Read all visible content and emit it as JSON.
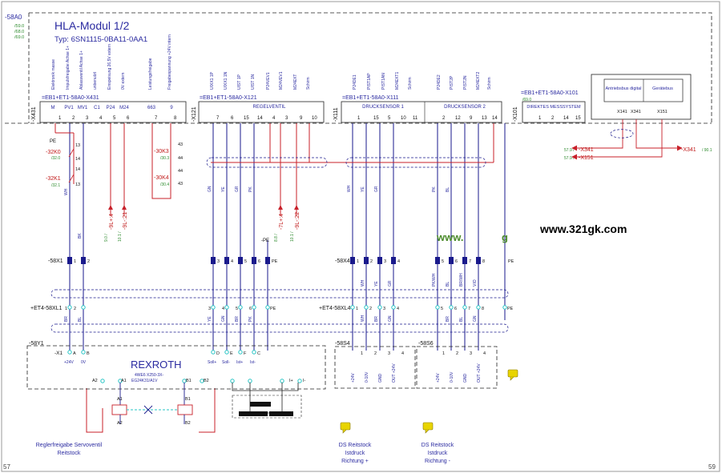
{
  "colors": {
    "wire": "#1a1a8c",
    "red": "#c8202a",
    "green": "#2c8a2c",
    "frame": "#222222",
    "cyan": "#25c4c4",
    "note": "#e8d400"
  },
  "module": {
    "title": "HLA-Modul 1/2",
    "type_label": "Typ: 6SN1115-0BA11-0AA1",
    "ref": "-58A0",
    "ref_sub": [
      "/59.0",
      "/68.0",
      "/69.0"
    ]
  },
  "sheet": {
    "left_number": "57",
    "right_number": "59"
  },
  "x431": {
    "id": "-X431",
    "header": "=EB1+ET1-58A0-X431",
    "pins": [
      "M",
      "PV1",
      "MV1",
      "C1",
      "P24",
      "M24"
    ],
    "nums": [
      "1",
      "2",
      "3",
      "4",
      "5",
      "6"
    ],
    "sig": [
      "Elektronik masse",
      "Impulsfreigabe Achse 1+",
      "Ablassventil Achse 1+",
      "unbenutzt",
      "Einspeisung 26,5V extern",
      "0V extern"
    ]
  },
  "x432": {
    "pins": [
      "663",
      "9"
    ],
    "nums": [
      "7",
      "8"
    ],
    "sig": [
      "Leistungsfreigabe",
      "Freigabespannung +24V intern"
    ]
  },
  "x121": {
    "id": "-X121",
    "header": "=EB1+ET1-58A0-X121",
    "group": "REGELVENTIL",
    "nums": [
      "7",
      "6",
      "15",
      "14",
      "4",
      "3",
      "9",
      "10"
    ],
    "sig": [
      "UIXX1 1P",
      "UIXX1 1N",
      "UIST 1P",
      "UIST 1N",
      "P24VEV1",
      "M24VEV1",
      "M24EXT",
      "Schirm"
    ]
  },
  "x111": {
    "id": "-X111",
    "header": "=EB1+ET1-58A0-X111",
    "group1": "DRUCKSENSOR 1",
    "group2": "DRUCKSENSOR 2",
    "nums1": [
      "1",
      "15",
      "5",
      "10",
      "11"
    ],
    "nums2": [
      "2",
      "12",
      "9",
      "13",
      "14"
    ],
    "sig1": [
      "P24DE1",
      "PIST1AP",
      "PIST1AN",
      "M24EXT1",
      "Schirm"
    ],
    "sig2": [
      "P24DE2",
      "PIST2P",
      "PIST2N",
      "M24EXT2",
      "Schirm"
    ]
  },
  "x101": {
    "id": "-X101",
    "header": "=EB1+ET1-58A0-X101",
    "ref": "/69.0",
    "group": "DIREKTES MESSSYSTEM",
    "nums": [
      "1",
      "2",
      "14",
      "15"
    ]
  },
  "bus_box": {
    "left": "Antriebsbus digital",
    "right": "Gerätebus",
    "pins": [
      "X141",
      "X341",
      "X151"
    ]
  },
  "cross_refs": {
    "x341_out": "-X341",
    "x341_out_ref": "/ 90.1",
    "x341_in": "-X341",
    "x151_in": "-X151",
    "x341_ref": "57.9 /",
    "x151_ref": "57.9 /"
  },
  "relays": {
    "k0": {
      "id": "-32K0",
      "ref": "/32.0",
      "a": "13",
      "b": "14"
    },
    "k1": {
      "id": "-32K1",
      "ref": "/32.1",
      "a": "14",
      "b": "13"
    },
    "k3": {
      "id": "-30K3",
      "ref": "/30.3",
      "a": "43",
      "b": "44"
    },
    "k4": {
      "id": "-30K4",
      "ref": "/30.4",
      "a": "44",
      "b": "43"
    }
  },
  "pe_labels": [
    "PE",
    "-PE"
  ],
  "vert_refs": [
    {
      "label": "-9L+:4",
      "ref": "9.0 /"
    },
    {
      "label": "-9L-:21",
      "ref": "10.1 /"
    },
    {
      "label": "-7L+:4",
      "ref": "8.8 /"
    },
    {
      "label": "-9L-:22",
      "ref": "10.1 /"
    }
  ],
  "wire_colors": {
    "x431": [
      "WH",
      "BK"
    ],
    "x121": [
      "GN",
      "YE",
      "GR",
      "PK"
    ],
    "ds1": [
      "WH",
      "YE",
      "GR"
    ],
    "ds2": [
      "PK",
      "BL"
    ]
  },
  "x1_terminals": {
    "id": "-58X1",
    "nums": [
      "1",
      "2"
    ]
  },
  "x121_terminals": [
    "3",
    "4",
    "5",
    "6",
    "PE"
  ],
  "x4_terminals": {
    "id": "-58X4",
    "nums1": [
      "1",
      "2",
      "3",
      "4"
    ],
    "nums2": [
      "5",
      "6",
      "7",
      "8"
    ],
    "pe": "PE"
  },
  "xl1": {
    "id": "+ET4-58XL1",
    "nums_a": [
      "1",
      "2"
    ],
    "nums_b": [
      "3",
      "4",
      "5",
      "6"
    ],
    "pe": "PE"
  },
  "xl4": {
    "id": "+ET4-58XL4",
    "nums1": [
      "1",
      "2",
      "3",
      "4"
    ],
    "nums2": [
      "5",
      "6",
      "7",
      "8"
    ],
    "pe": "PE"
  },
  "lower_colors": {
    "a": [
      "BR",
      "BL"
    ],
    "b": [
      "YE",
      "GN",
      "BR",
      "PK"
    ],
    "c": [
      "WH",
      "YE",
      "GR"
    ],
    "c2": [
      "WH",
      "BR",
      "GN"
    ],
    "d": [
      "PK/WH",
      "BL",
      "BR/WH",
      "VIO"
    ],
    "d2": [
      "BR",
      "BL",
      "GN"
    ]
  },
  "rexroth": {
    "id": "-58Y1",
    "brand": "REXROTH",
    "model1": "4WE6 X250-3X-",
    "model2": "EG24K31/A1V",
    "x1": "-X1",
    "x1_pins": [
      "A",
      "B"
    ],
    "x1_labels": [
      "+24V",
      "0V"
    ],
    "x2_pins": [
      "D",
      "E",
      "F",
      "C"
    ],
    "x2_labels": [
      "Soll+",
      "Soll-",
      "Ist+",
      "Ist-"
    ],
    "ports": [
      "A2",
      "A1",
      "B1",
      "B2",
      "I+",
      "I-",
      "I+",
      "I-"
    ],
    "ports_lower": [
      "A1",
      "B1",
      "A2",
      "B2"
    ]
  },
  "sensors": {
    "s4": {
      "id": "-58S4",
      "pins": [
        "1",
        "2",
        "3",
        "4"
      ],
      "labels": [
        "+24V",
        "0-10V",
        "GND",
        "OUT +24V"
      ]
    },
    "s6": {
      "id": "-58S6",
      "pins": [
        "1",
        "2",
        "3",
        "4"
      ],
      "labels": [
        "+24V",
        "0-10V",
        "GND",
        "OUT +24V"
      ]
    }
  },
  "notes": {
    "regler": [
      "Reglerfreigabe Servoventil",
      "Reitstock"
    ],
    "ds1": [
      "DS Reitstock",
      "Istdruck",
      "Richtung +"
    ],
    "ds2": [
      "DS Reitstock",
      "Istdruck",
      "Richtung -"
    ]
  },
  "watermark": {
    "site": "www.321gk.com",
    "partial": "www.",
    "partial_g": "g"
  }
}
